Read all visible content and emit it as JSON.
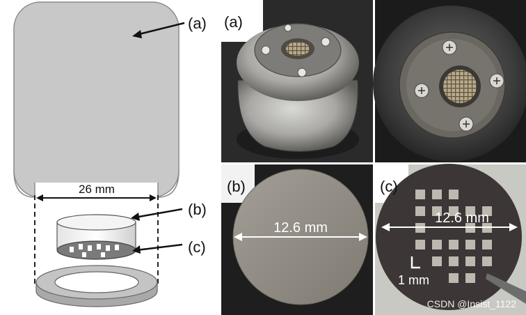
{
  "schematic": {
    "label_a": "(a)",
    "label_b": "(b)",
    "label_c": "(c)",
    "dimension": "26 mm"
  },
  "photos": {
    "top_left_label": "(a)",
    "disc_label": "(b)",
    "disc_dimension": "12.6 mm",
    "grid_label": "(c)",
    "grid_dimension": "12.6 mm",
    "scale_bar": "1 mm"
  },
  "watermark": "CSDN @Insist_1122",
  "colors": {
    "canister": "#c8c8c8",
    "canister_stroke": "#8a8a8a",
    "photo_bg_dark": "#2b2b2b",
    "disc": "#8f8a82",
    "grid_disc": "#3b3535",
    "window": "#c9c9c5"
  }
}
